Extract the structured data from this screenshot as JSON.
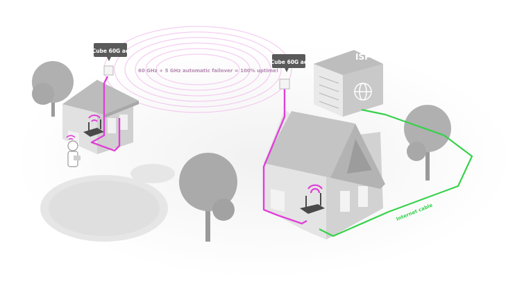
{
  "labels": {
    "device_left": "Cube 60G ac",
    "device_right": "Cube 60G ac",
    "link_caption": "60 GHz + 5 GHz automatic failover = 100% uptime!",
    "isp": "ISP",
    "cable": "Internet cable"
  },
  "colors": {
    "magenta": "#e040d8",
    "green": "#35d24a",
    "house_wall": "#e4e4e4",
    "house_side": "#cfcfcf",
    "roof": "#bdbdbd",
    "tree": "#a9a9a9",
    "text_gray": "#b58ab2"
  },
  "icons": [
    "wifi-icon",
    "globe-icon",
    "router-icon",
    "person-icon"
  ]
}
